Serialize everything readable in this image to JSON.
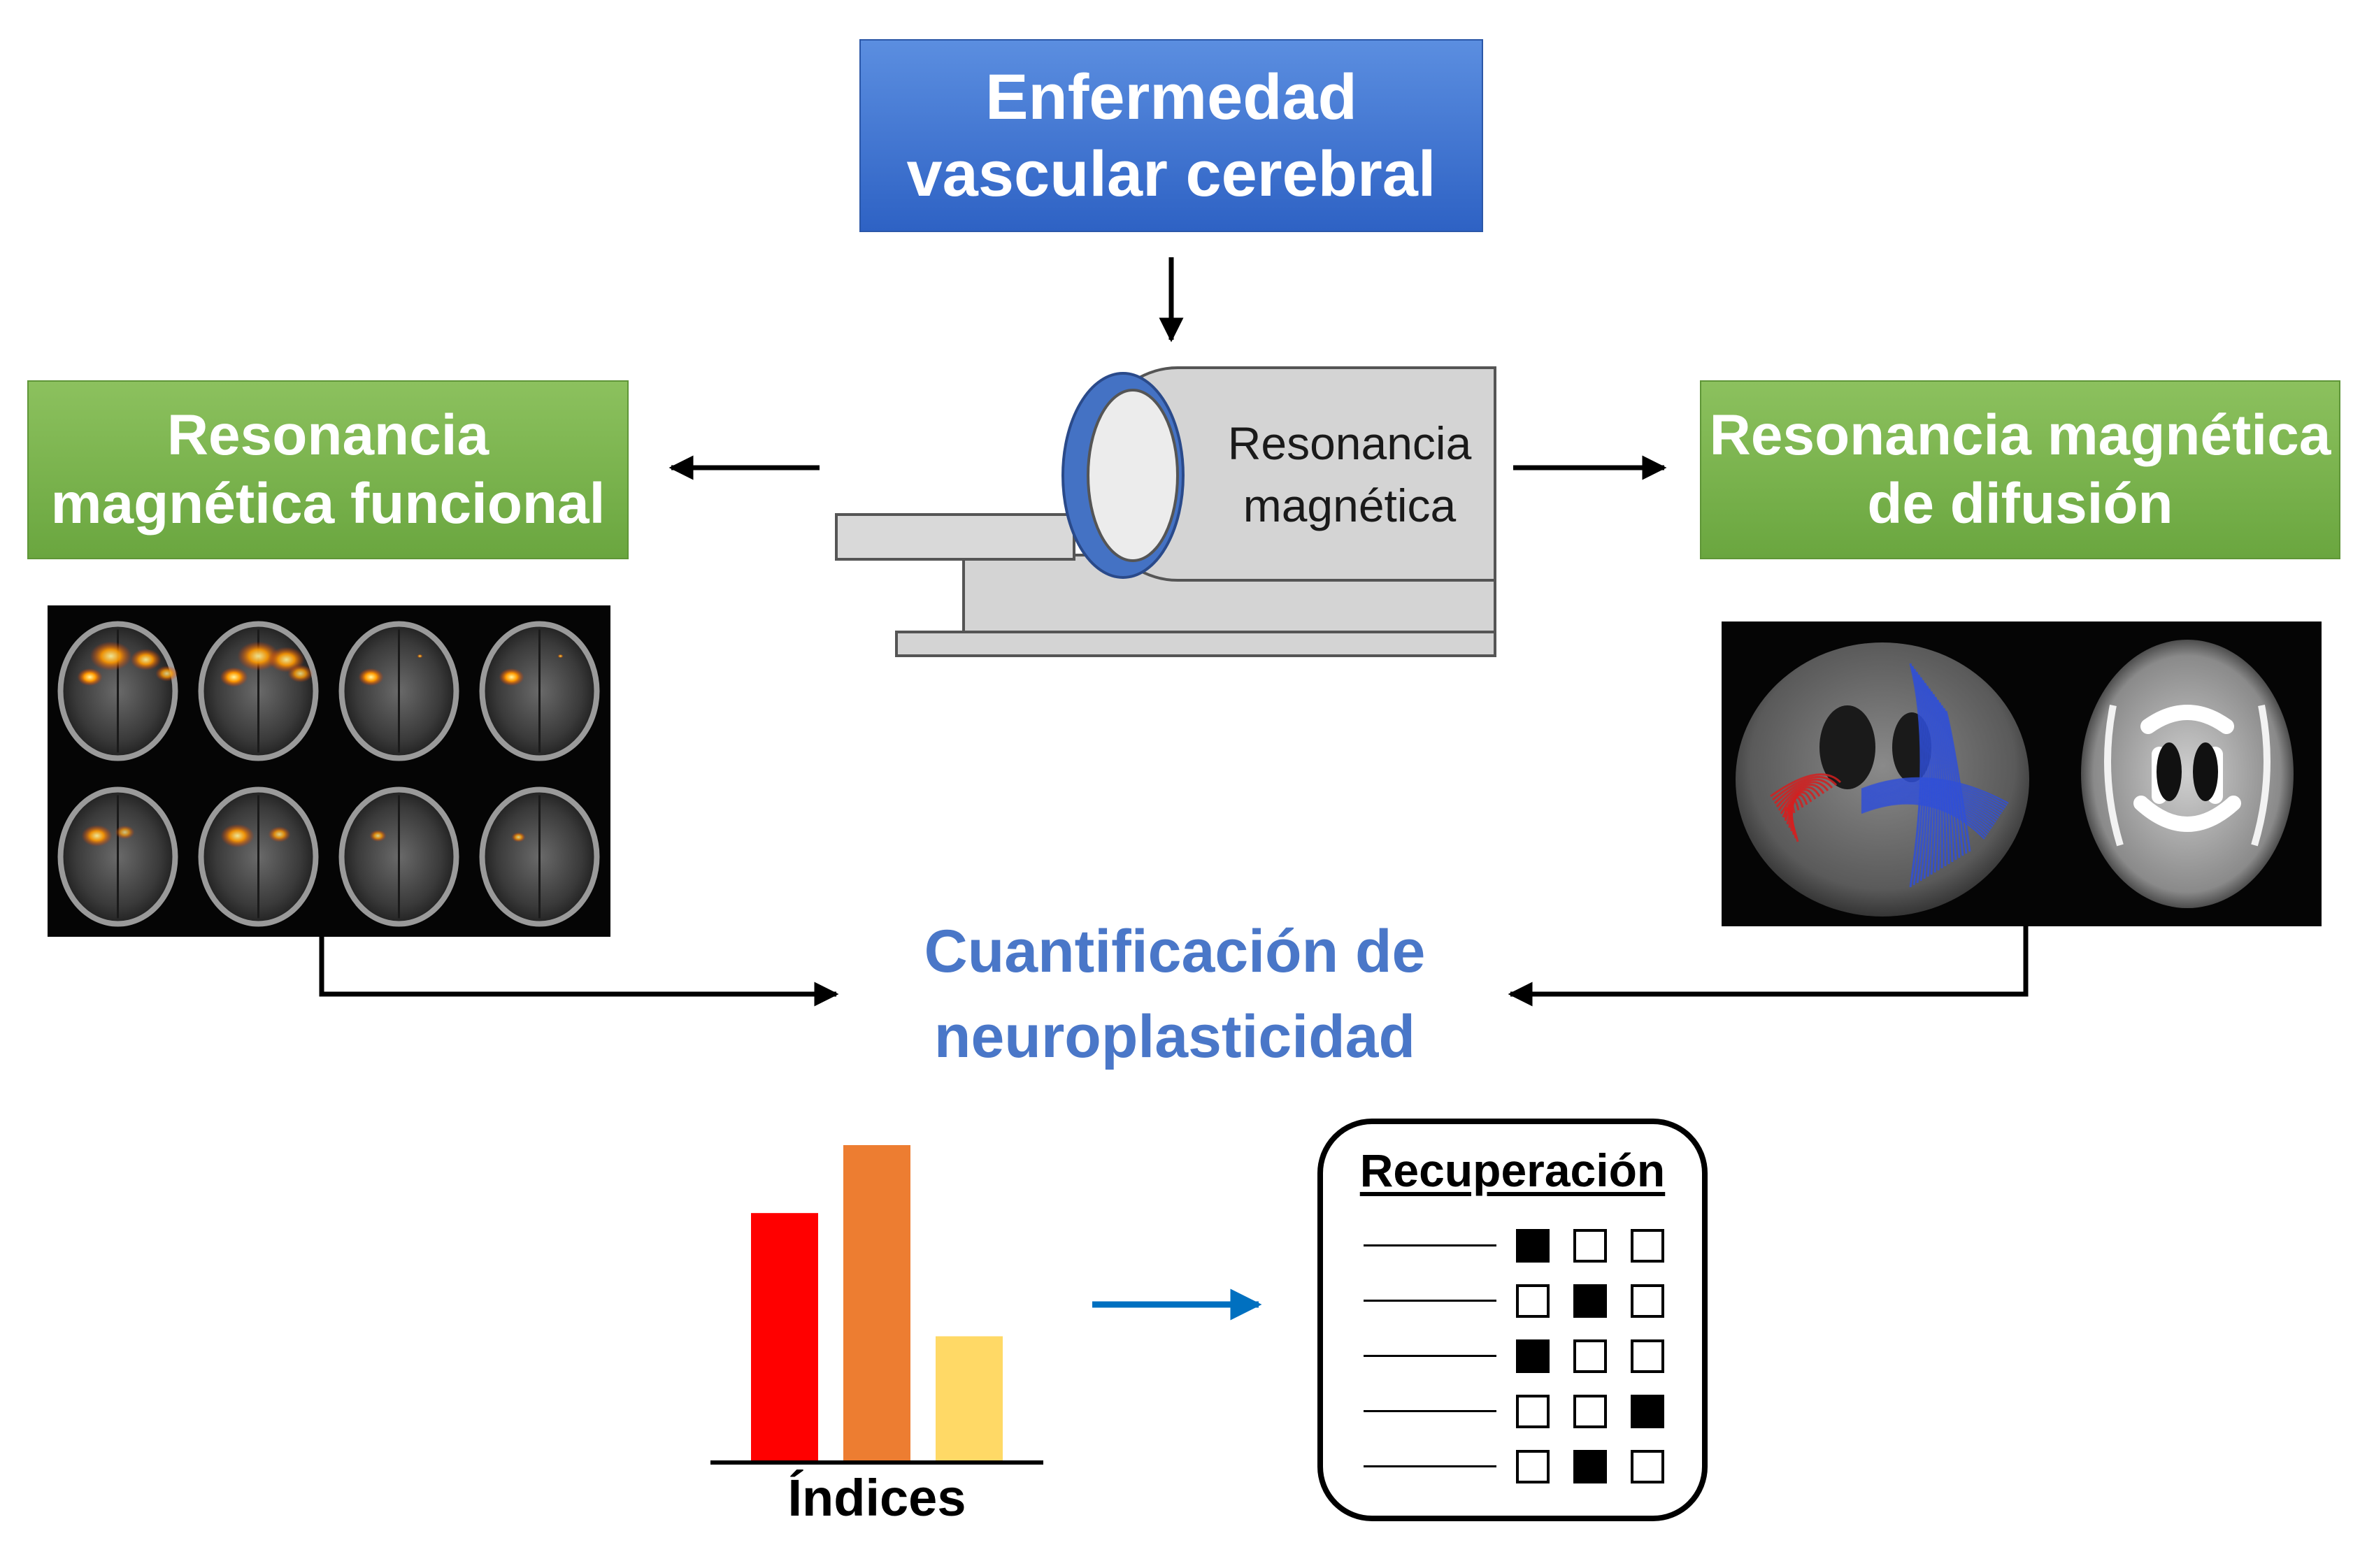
{
  "top_box": {
    "text": "Enfermedad\nvascular cerebral",
    "color": "#3f74d1"
  },
  "left_box": {
    "text": "Resonancia\nmagnética funcional",
    "color": "#77b04a"
  },
  "right_box": {
    "text": "Resonancia magnética\nde difusión",
    "color": "#77b04a"
  },
  "scanner": {
    "label": "Resonancia\nmagnética",
    "ring_color": "#4472c4",
    "body_color": "#d4d4d4"
  },
  "quantification": {
    "text": "Cuantificación de\nneuroplasticidad",
    "color": "#4a77c8"
  },
  "indices": {
    "label": "Índices",
    "bars": [
      {
        "value": 0.785,
        "color": "#ff0000"
      },
      {
        "value": 1.0,
        "color": "#ed7d31"
      },
      {
        "value": 0.395,
        "color": "#ffd966"
      }
    ]
  },
  "recovery": {
    "title": "Recuperación",
    "rows": [
      [
        true,
        false,
        false
      ],
      [
        false,
        true,
        false
      ],
      [
        true,
        false,
        false
      ],
      [
        false,
        false,
        true
      ],
      [
        false,
        true,
        false
      ]
    ]
  },
  "fmri_panel": {
    "slices": 8
  },
  "dti_panel": {
    "tract_colors": [
      "#d42020",
      "#2f4fd8"
    ]
  }
}
